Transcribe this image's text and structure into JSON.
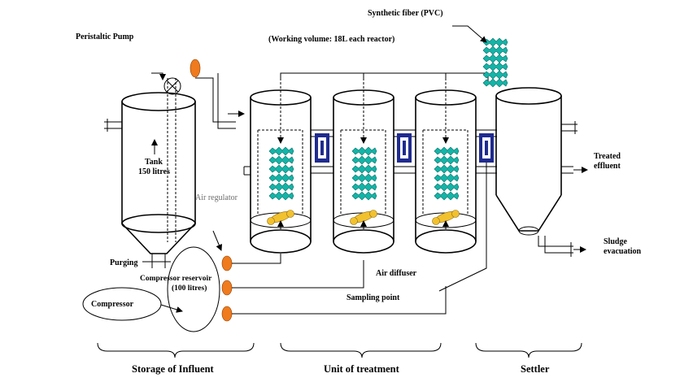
{
  "labels": {
    "peristaltic_pump": "Peristaltic Pump",
    "working_volume": "(Working volume: 18L each reactor)",
    "synthetic_fiber": "Synthetic fiber (PVC)",
    "tank_line1": "Tank",
    "tank_line2": "150 litres",
    "air_regulator": "Air regulator",
    "purging": "Purging",
    "compressor_reservoir_line1": "Compressor reservoir",
    "compressor_reservoir_line2": "(100 litres)",
    "compressor": "Compressor",
    "air_diffuser": "Air diffuser",
    "sampling_point": "Sampling point",
    "treated_line1": "Treated",
    "treated_line2": "effluent",
    "sludge_line1": "Sludge",
    "sludge_line2": "evacuation"
  },
  "sections": {
    "storage": "Storage of Influent",
    "treatment": "Unit of treatment",
    "settler": "Settler"
  },
  "colors": {
    "valve_orange": "#f07a1e",
    "fiber_teal": "#12b5a8",
    "diffuser_yellow": "#f2c12e",
    "baffle_blue": "#1f2b8f"
  }
}
